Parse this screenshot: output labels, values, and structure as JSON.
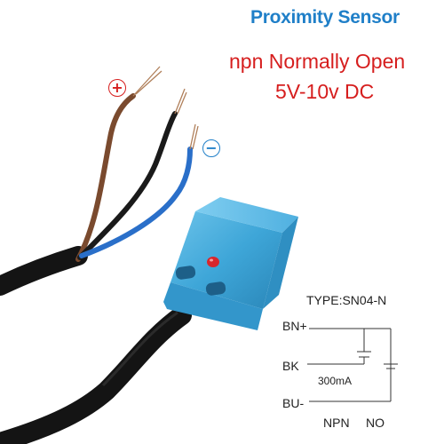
{
  "header": {
    "title": "Proximity Sensor",
    "subtitle": "npn Normally Open",
    "voltage": "5V-10v DC"
  },
  "symbols": {
    "positive": "+",
    "negative": "−"
  },
  "diagram": {
    "type_label": "TYPE:SN04-N",
    "brown_wire": "BN+",
    "black_wire": "BK",
    "blue_wire": "BU-",
    "current": "300mA",
    "output_type": "NPN",
    "contact_type": "NO"
  },
  "colors": {
    "title": "#1f7fc8",
    "subtitle": "#d61e1e",
    "sensor_body": "#3ea6d8",
    "brown_wire": "#7a4a2e",
    "black_wire": "#1a1a1a",
    "blue_wire": "#2a6fc9",
    "led": "#d8262c"
  }
}
